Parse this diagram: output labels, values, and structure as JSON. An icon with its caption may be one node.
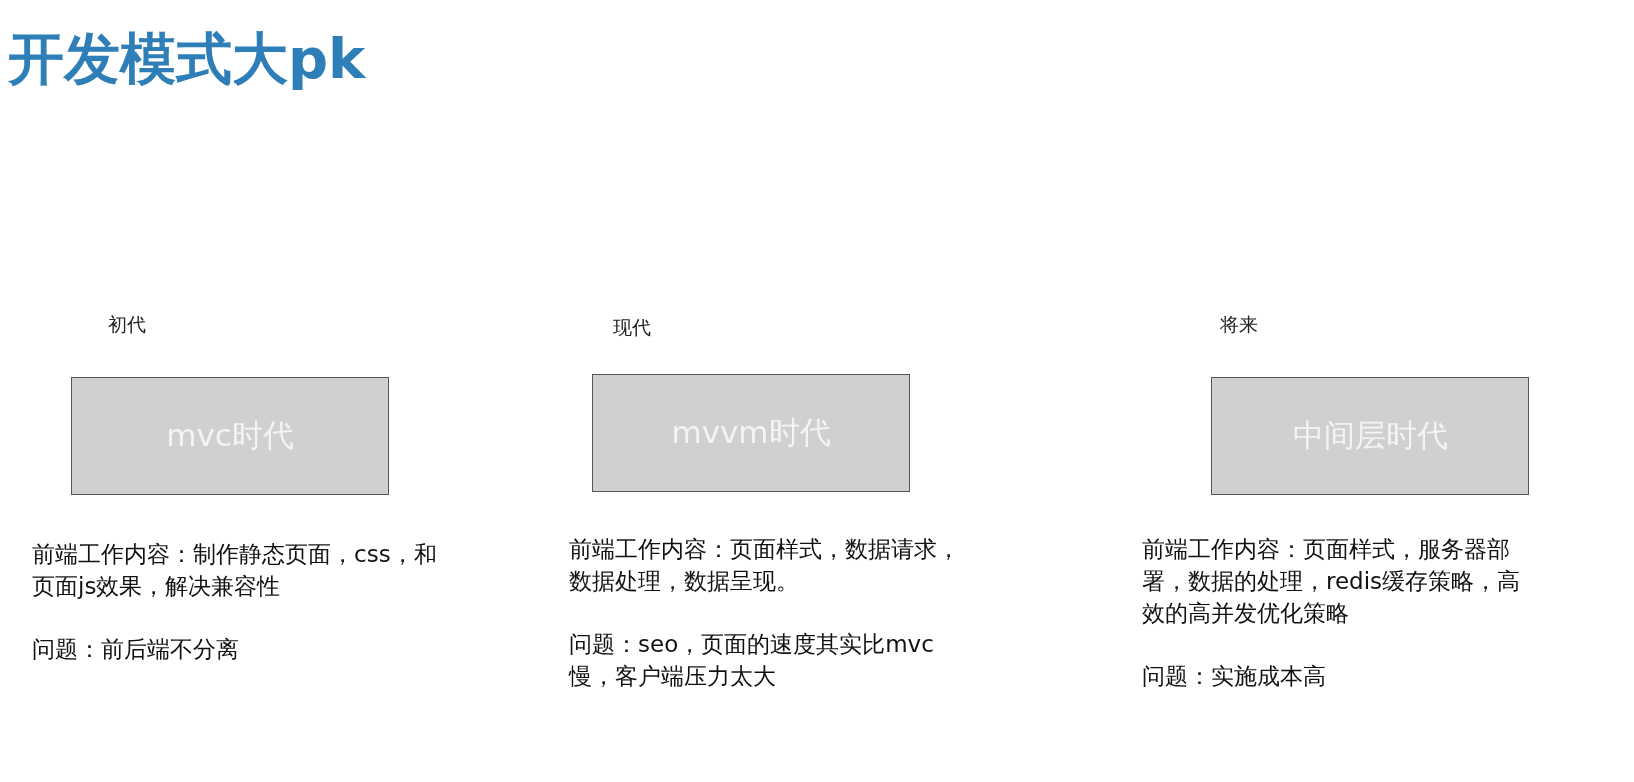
{
  "diagram": {
    "title": "开发模式大pk",
    "nodes": [
      {
        "text": [
          "初代",
          "mvc时代"
        ],
        "beside": [
          "前端工作内容：制作静态页面，css，和页面js效果，解决兼容性",
          "问题：前后端不分离"
        ]
      },
      {
        "text": [
          "现代",
          "mvvm时代"
        ],
        "beside": [
          "前端工作内容：页面样式，数据请求，数据处理，数据呈现。",
          "问题：seo，页面的速度其实比mvc慢，客户端压力太大"
        ]
      },
      {
        "text": [
          "将来",
          "中间层时代"
        ],
        "beside": [
          "前端工作内容：页面样式，服务器部署，数据的处理，redis缓存策略，高效的高并发优化策略",
          "问题：实施成本高"
        ]
      }
    ]
  }
}
